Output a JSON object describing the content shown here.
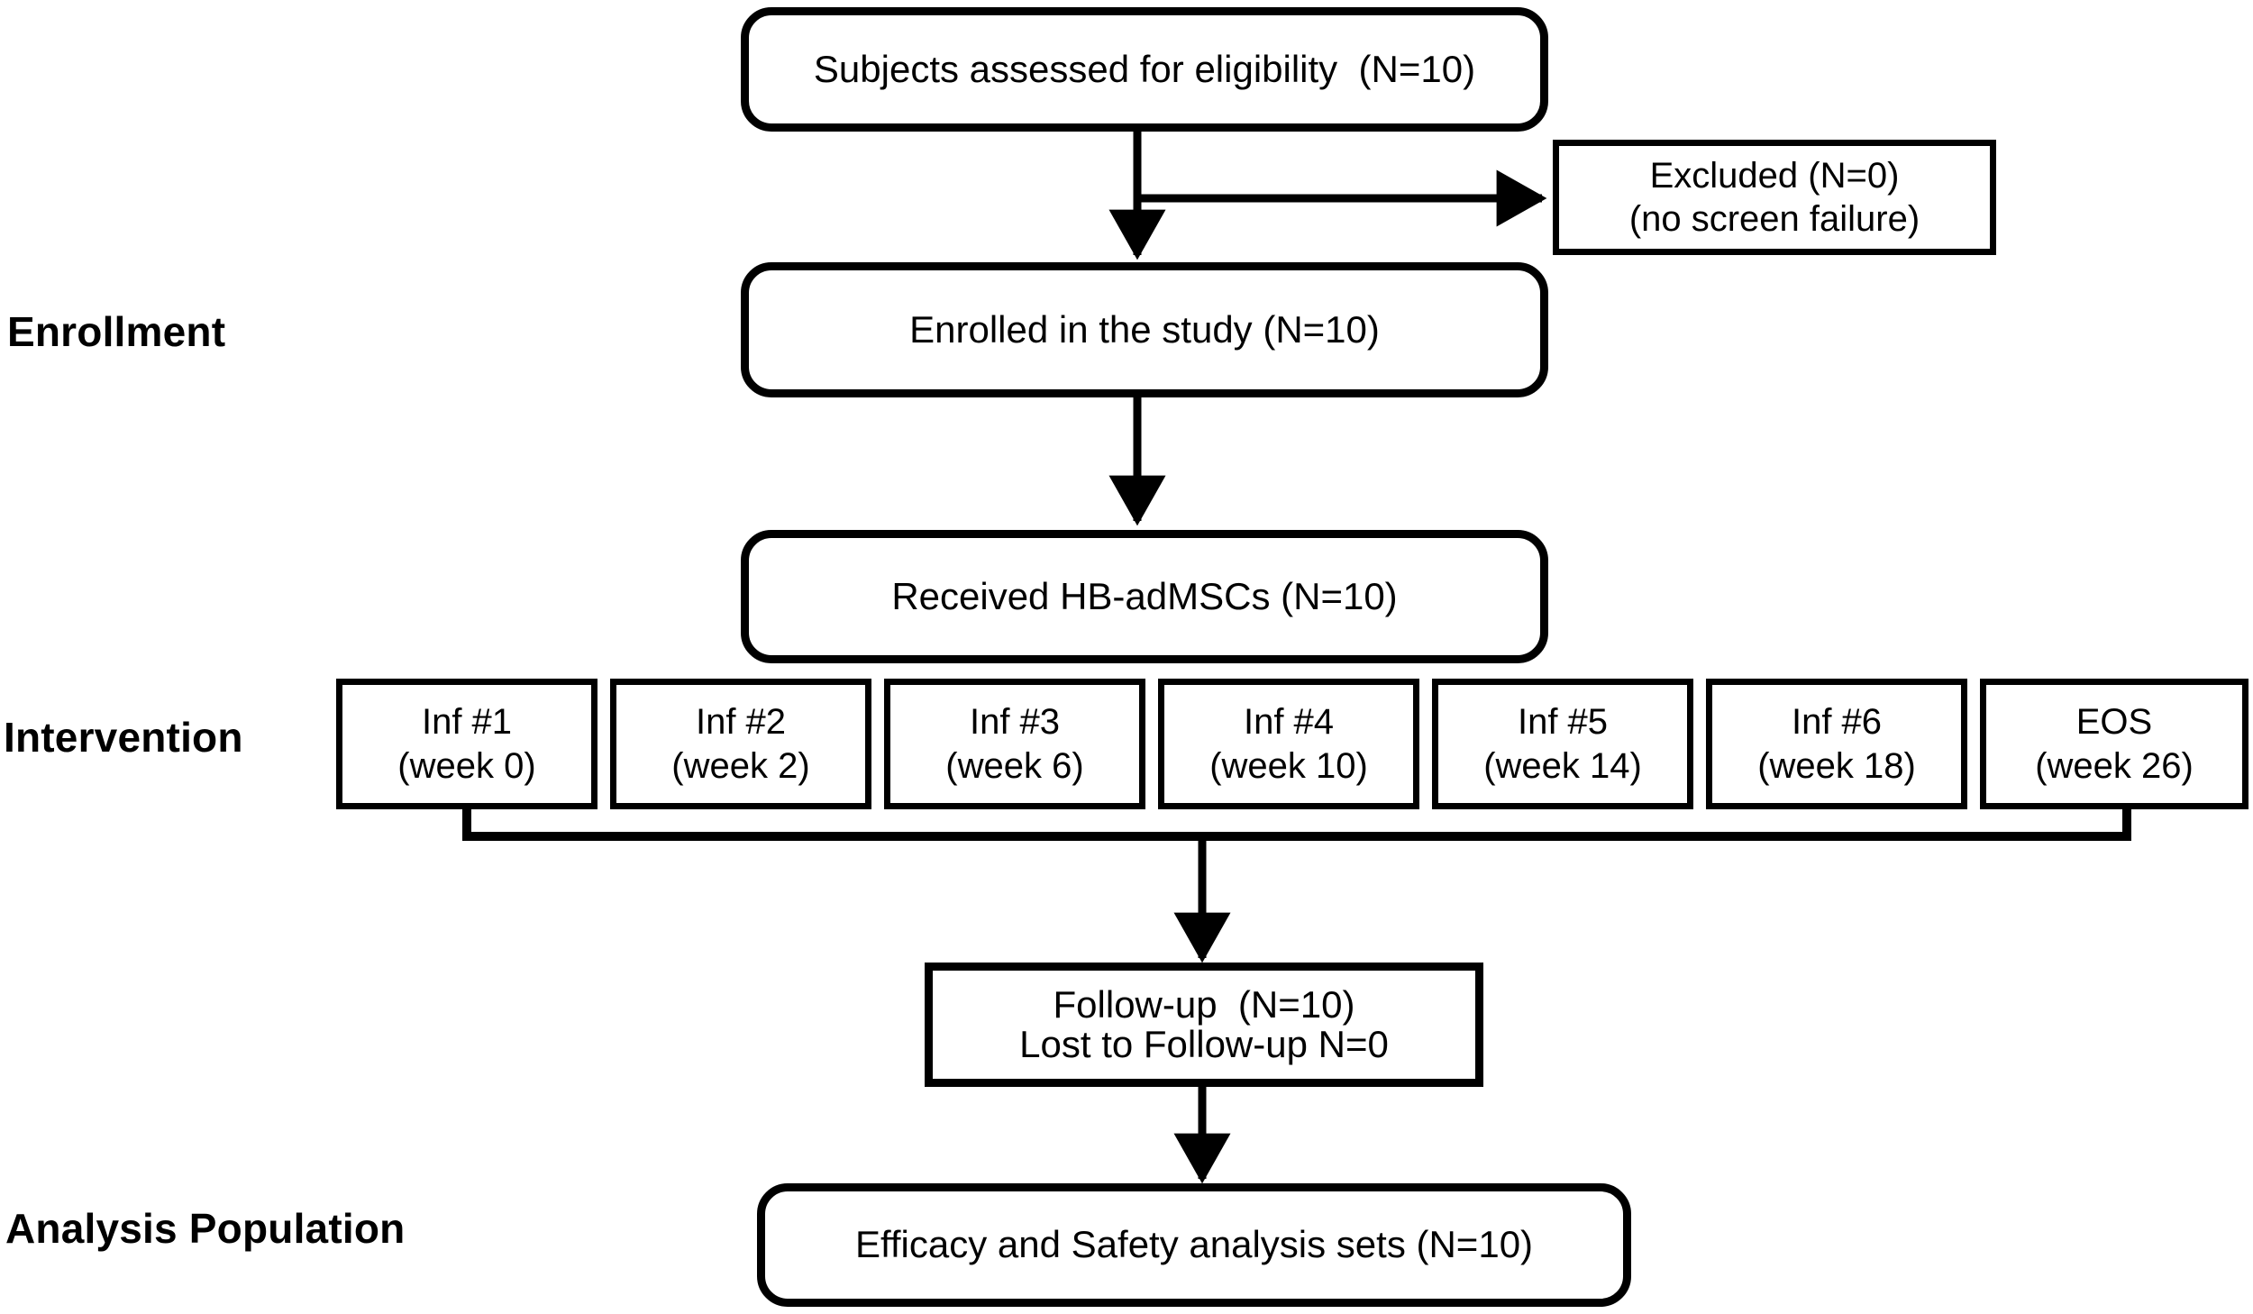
{
  "diagram": {
    "title": "CONSORT-style participant flow diagram",
    "colors": {
      "stroke": "#000000",
      "fill": "#ffffff",
      "text": "#000000"
    },
    "stage_labels": [
      {
        "id": "enrollment",
        "text": "Enrollment"
      },
      {
        "id": "intervention",
        "text": "Intervention"
      },
      {
        "id": "analysis",
        "text": "Analysis Population"
      }
    ],
    "nodes": {
      "assessed": {
        "lines": [
          "Subjects assessed for eligibility  (N=10)"
        ],
        "shape": "rounded"
      },
      "excluded": {
        "lines": [
          "Excluded (N=0)",
          "(no screen failure)"
        ],
        "shape": "sharp"
      },
      "enrolled": {
        "lines": [
          "Enrolled in the study (N=10)"
        ],
        "shape": "rounded"
      },
      "received": {
        "lines": [
          "Received HB-adMSCs (N=10)"
        ],
        "shape": "rounded"
      },
      "followup": {
        "lines": [
          "Follow-up  (N=10)",
          "Lost to Follow-up N=0"
        ],
        "shape": "sharp"
      },
      "analysis_sets": {
        "lines": [
          "Efficacy and Safety analysis sets (N=10)"
        ],
        "shape": "rounded"
      }
    },
    "intervention_boxes": [
      {
        "id": "inf-1",
        "line1": "Inf #1",
        "line2": "(week 0)"
      },
      {
        "id": "inf-2",
        "line1": "Inf #2",
        "line2": "(week 2)"
      },
      {
        "id": "inf-3",
        "line1": "Inf #3",
        "line2": "(week 6)"
      },
      {
        "id": "inf-4",
        "line1": "Inf #4",
        "line2": "(week 10)"
      },
      {
        "id": "inf-5",
        "line1": "Inf #5",
        "line2": "(week 14)"
      },
      {
        "id": "inf-6",
        "line1": "Inf #6",
        "line2": "(week 18)"
      },
      {
        "id": "eos",
        "line1": "EOS",
        "line2": "(week 26)"
      }
    ],
    "connectors": [
      {
        "id": "assessed-to-enrolled",
        "type": "arrow-down"
      },
      {
        "id": "assessed-to-excluded",
        "type": "arrow-right"
      },
      {
        "id": "enrolled-to-received",
        "type": "arrow-down"
      },
      {
        "id": "intervention-bracket",
        "type": "bracket"
      },
      {
        "id": "bracket-to-followup",
        "type": "arrow-down"
      },
      {
        "id": "followup-to-analysis",
        "type": "arrow-down"
      }
    ]
  }
}
